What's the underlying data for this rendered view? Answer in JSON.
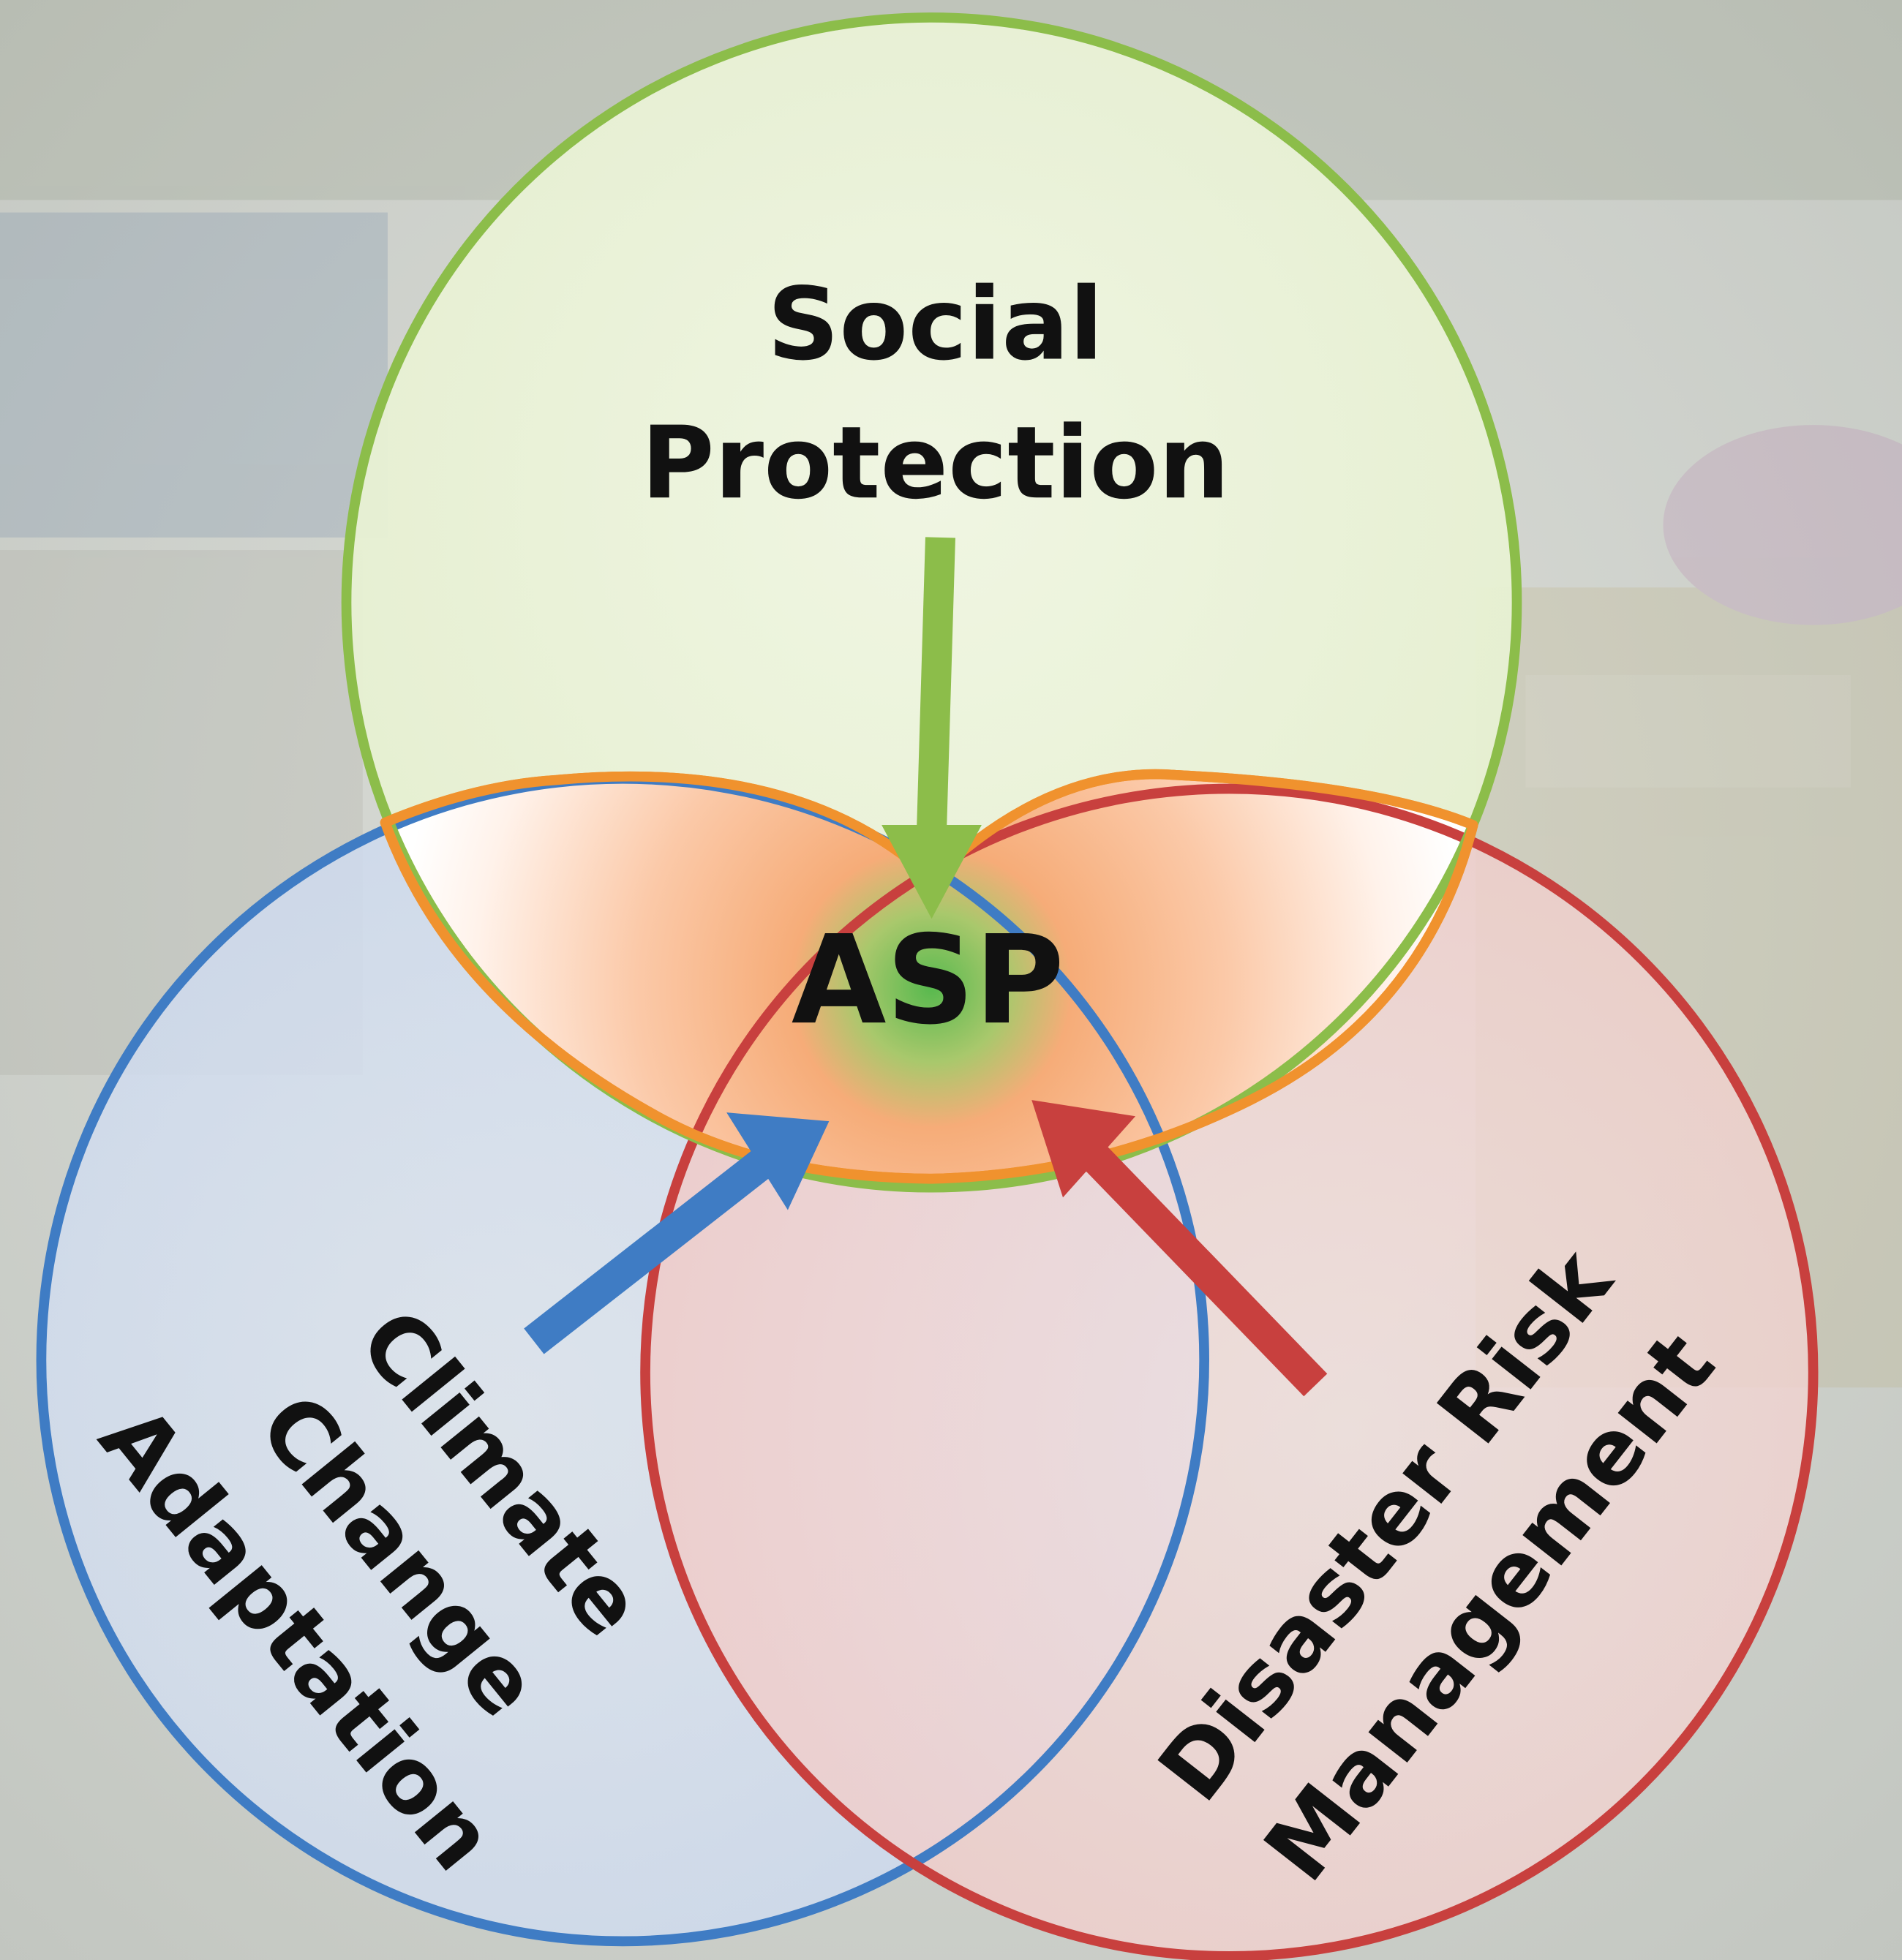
{
  "diagram": {
    "labels": {
      "social_line1": "Social",
      "social_line2": "Protection",
      "asp": "ASP",
      "cca_line1": "Climate",
      "cca_line2": "Change",
      "cca_line3": "Adaptation",
      "drm_line1": "Disaster Risk",
      "drm_line2": "Management"
    },
    "colors": {
      "social_protection": "#8cbd4a",
      "social_fill": "#eef5dc",
      "climate_change_adaptation": "#3f7cc4",
      "climate_fill": "#cfdcf0",
      "disaster_risk_management": "#c8403e",
      "disaster_fill": "#f2d3d1",
      "asp_outline": "#f0922e",
      "asp_fill": "#fbc8a6",
      "asp_center": "#7fc25a",
      "background": "#d5d8d2"
    }
  }
}
